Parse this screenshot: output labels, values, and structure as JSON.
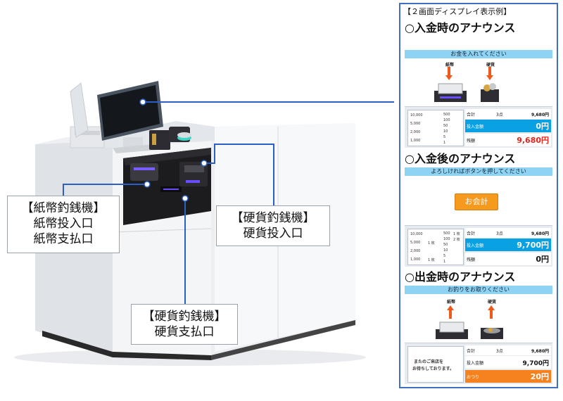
{
  "callouts": {
    "bill_machine": {
      "title": "【紙幣釣銭機】",
      "line1": "紙幣投入口",
      "line2": "紙幣支払口"
    },
    "coin_in": {
      "title": "【硬貨釣銭機】",
      "line1": "硬貨投入口"
    },
    "coin_out": {
      "title": "【硬貨釣銭機】",
      "line1": "硬貨支払口"
    }
  },
  "panel": {
    "title": "【２画面ディスプレイ表示例】",
    "sections": [
      {
        "title": "○入金時のアナウンス",
        "banner": "お金を入れてください",
        "labels": {
          "bill": "紙幣",
          "coin": "硬貨"
        },
        "summary": {
          "total_label": "合計",
          "qty": "3点",
          "total": "9,680円",
          "deposit_label": "投入金額",
          "deposit": "0円",
          "remain_label": "残額",
          "remain": "9,680円"
        }
      },
      {
        "title": "○入金後のアナウンス",
        "banner": "よろしければボタンを押してください",
        "button": "お会計",
        "summary": {
          "total_label": "合計",
          "qty": "3点",
          "total": "9,680円",
          "deposit_label": "投入金額",
          "deposit": "9,700円",
          "remain_label": "残額",
          "remain": "0円"
        }
      },
      {
        "title": "○出金時のアナウンス",
        "banner": "お釣りをお取りください",
        "labels": {
          "bill": "紙幣",
          "coin": "硬貨"
        },
        "message1": "またのご来店を",
        "message2": "お待ちしております。",
        "summary": {
          "total_label": "合計",
          "qty": "3点",
          "total": "9,680円",
          "deposit_label": "投入金額",
          "deposit": "9,700円",
          "change_label": "おつり",
          "change": "20円"
        }
      }
    ],
    "denoms": {
      "bills": [
        "10,000",
        "5,000",
        "2,000",
        "1,000"
      ],
      "coins": [
        "500",
        "100",
        "50",
        "10",
        "5",
        "1"
      ]
    },
    "counts": {
      "bill_1000": "1 枚",
      "bill_5000": "1 枚",
      "coin_500": "1 枚",
      "coin_100": "2 枚"
    }
  },
  "colors": {
    "accent_blue": "#0aa1e3",
    "banner": "#8fd3f4",
    "orange": "#f59a1c",
    "frame": "#3f6fc2"
  }
}
